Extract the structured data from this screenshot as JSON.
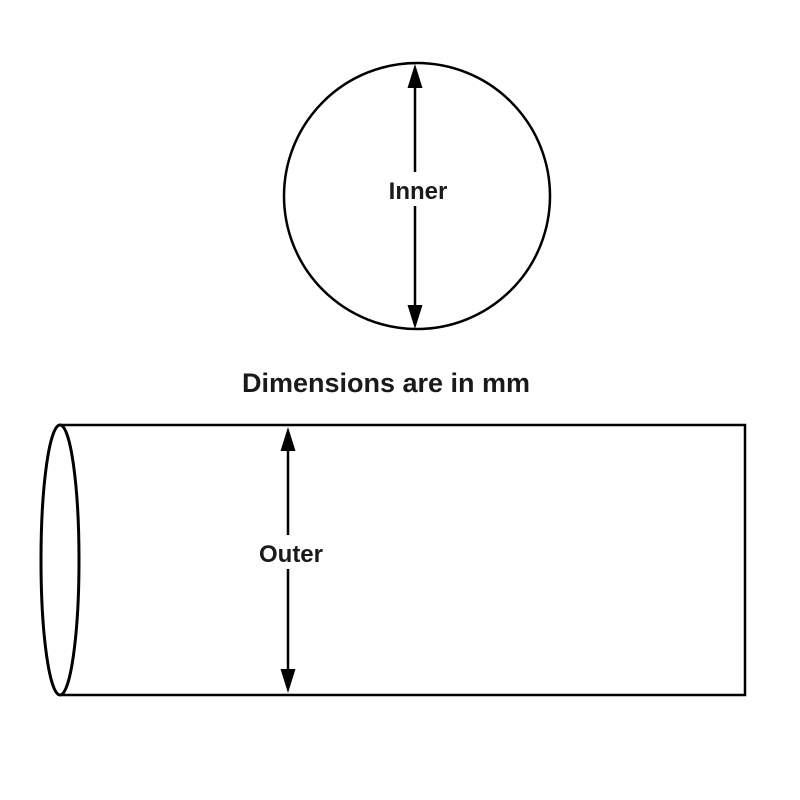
{
  "diagram": {
    "caption": "Dimensions are in mm",
    "inner_label": "Inner",
    "outer_label": "Outer",
    "stroke_color": "#000000",
    "background_color": "#ffffff",
    "shapes": {
      "inner_circle": "circle with vertical double-headed diameter arrow",
      "outer_cylinder": "horizontal cylinder (rectangle with left end ellipse) with vertical double-headed diameter arrow"
    }
  }
}
